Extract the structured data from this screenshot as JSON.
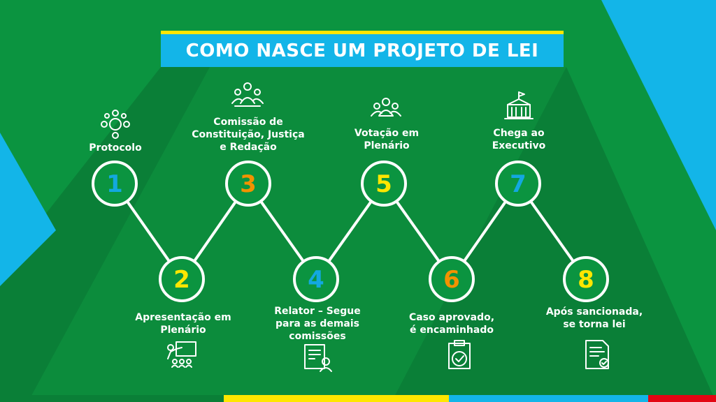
{
  "header": {
    "title": "COMO NASCE UM PROJETO DE LEI"
  },
  "steps": [
    {
      "number": "1",
      "label_lines": [
        "Protocolo"
      ],
      "number_color": "#13a8e0"
    },
    {
      "number": "2",
      "label_lines": [
        "Apresentação em",
        "Plenário"
      ],
      "number_color": "#ffe600"
    },
    {
      "number": "3",
      "label_lines": [
        "Comissão de",
        "Constituição, Justiça",
        "e Redação"
      ],
      "number_color": "#f39200"
    },
    {
      "number": "4",
      "label_lines": [
        "Relator – Segue",
        "para as demais",
        "comissões"
      ],
      "number_color": "#13a8e0"
    },
    {
      "number": "5",
      "label_lines": [
        "Votação em",
        "Plenário"
      ],
      "number_color": "#ffe600"
    },
    {
      "number": "6",
      "label_lines": [
        "Caso aprovado,",
        "é encaminhado"
      ],
      "number_color": "#f39200"
    },
    {
      "number": "7",
      "label_lines": [
        "Chega ao",
        "Executivo"
      ],
      "number_color": "#13a8e0"
    },
    {
      "number": "8",
      "label_lines": [
        "Após sancionada,",
        "se torna lei"
      ],
      "number_color": "#ffe600"
    }
  ],
  "icons": [
    "meeting-table-icon",
    "presenter-icon",
    "committee-icon",
    "resume-document-icon",
    "voting-group-icon",
    "clipboard-check-icon",
    "government-building-icon",
    "certified-document-icon"
  ],
  "colors": {
    "background": "#0b9440",
    "dark_green": "#0a7f37",
    "light_blue": "#13b5e8",
    "yellow": "#ffe600",
    "orange": "#f39200",
    "red": "#e30613",
    "white": "#ffffff"
  }
}
